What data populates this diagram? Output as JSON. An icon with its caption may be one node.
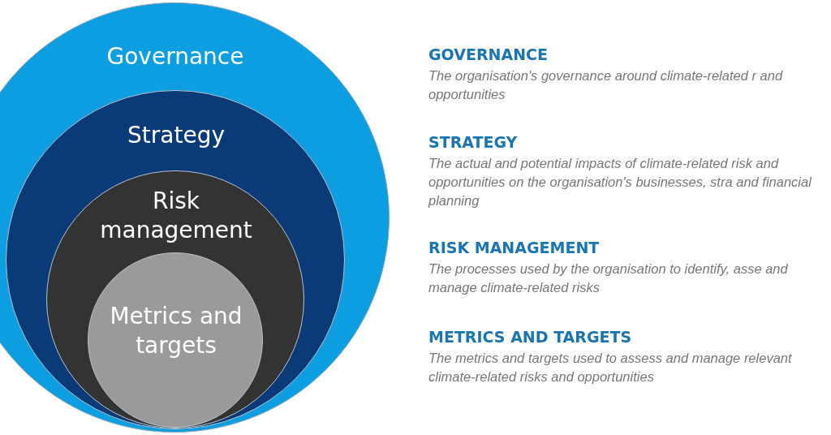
{
  "diagram": {
    "nodes": [
      {
        "text": [
          "Governance"
        ]
      },
      {
        "text": [
          "Strategy"
        ],
        "in": 0
      },
      {
        "text": [
          "Risk management"
        ],
        "in": 1
      },
      {
        "text": [
          "Metrics and targets"
        ],
        "in": 2
      }
    ],
    "labels": [
      "GOVERNANCE",
      "The organisation's governance around climate-related r and opportunities",
      "STRATEGY",
      "The actual and potential impacts of climate-related risk and opportunities on the organisation's businesses, stra and financial planning",
      "RISK MANAGEMENT",
      "The processes used by the organisation to identify, asse and manage climate-related risks",
      "METRICS AND TARGETS",
      "The metrics and targets used to assess and manage relevant climate-related risks and opportunities"
    ]
  }
}
